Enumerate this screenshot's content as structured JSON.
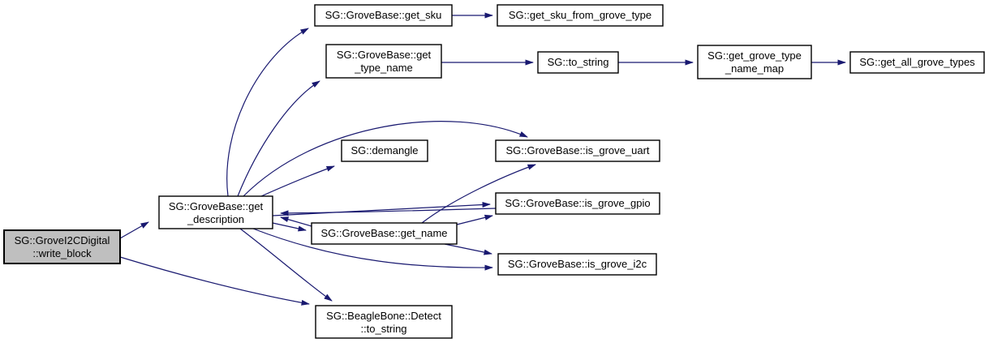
{
  "diagram": {
    "type": "call-graph",
    "root_function": "SG::GroveI2CDigital::write_block",
    "colors": {
      "edge": "#191970",
      "node_fill": "#ffffff",
      "node_border": "#000000",
      "highlight_fill": "#bfbfbf",
      "text": "#000000",
      "background": "#ffffff"
    }
  },
  "nodes": [
    {
      "id": "write_block",
      "label": "SG::GroveI2CDigital::write_block",
      "lines": [
        "SG::GroveI2CDigital",
        "::write_block"
      ],
      "highlighted": true
    },
    {
      "id": "get_description",
      "label": "SG::GroveBase::get_description",
      "lines": [
        "SG::GroveBase::get",
        "_description"
      ],
      "highlighted": false
    },
    {
      "id": "get_sku",
      "label": "SG::GroveBase::get_sku",
      "lines": [
        "SG::GroveBase::get_sku"
      ],
      "highlighted": false
    },
    {
      "id": "get_sku_from_grove_type",
      "label": "SG::get_sku_from_grove_type",
      "lines": [
        "SG::get_sku_from_grove_type"
      ],
      "highlighted": false
    },
    {
      "id": "get_type_name",
      "label": "SG::GroveBase::get_type_name",
      "lines": [
        "SG::GroveBase::get",
        "_type_name"
      ],
      "highlighted": false
    },
    {
      "id": "to_string",
      "label": "SG::to_string",
      "lines": [
        "SG::to_string"
      ],
      "highlighted": false
    },
    {
      "id": "get_grove_type_name_map",
      "label": "SG::get_grove_type_name_map",
      "lines": [
        "SG::get_grove_type",
        "_name_map"
      ],
      "highlighted": false
    },
    {
      "id": "get_all_grove_types",
      "label": "SG::get_all_grove_types",
      "lines": [
        "SG::get_all_grove_types"
      ],
      "highlighted": false
    },
    {
      "id": "demangle",
      "label": "SG::demangle",
      "lines": [
        "SG::demangle"
      ],
      "highlighted": false
    },
    {
      "id": "is_grove_uart",
      "label": "SG::GroveBase::is_grove_uart",
      "lines": [
        "SG::GroveBase::is_grove_uart"
      ],
      "highlighted": false
    },
    {
      "id": "is_grove_gpio",
      "label": "SG::GroveBase::is_grove_gpio",
      "lines": [
        "SG::GroveBase::is_grove_gpio"
      ],
      "highlighted": false
    },
    {
      "id": "get_name",
      "label": "SG::GroveBase::get_name",
      "lines": [
        "SG::GroveBase::get_name"
      ],
      "highlighted": false
    },
    {
      "id": "is_grove_i2c",
      "label": "SG::GroveBase::is_grove_i2c",
      "lines": [
        "SG::GroveBase::is_grove_i2c"
      ],
      "highlighted": false
    },
    {
      "id": "detect_to_string",
      "label": "SG::BeagleBone::Detect::to_string",
      "lines": [
        "SG::BeagleBone::Detect",
        "::to_string"
      ],
      "highlighted": false
    }
  ],
  "edges": [
    {
      "from": "write_block",
      "to": "get_description"
    },
    {
      "from": "write_block",
      "to": "detect_to_string"
    },
    {
      "from": "get_description",
      "to": "get_sku"
    },
    {
      "from": "get_description",
      "to": "get_type_name"
    },
    {
      "from": "get_description",
      "to": "demangle"
    },
    {
      "from": "get_description",
      "to": "is_grove_uart"
    },
    {
      "from": "get_description",
      "to": "is_grove_gpio"
    },
    {
      "from": "get_description",
      "to": "get_name"
    },
    {
      "from": "get_description",
      "to": "is_grove_i2c"
    },
    {
      "from": "get_description",
      "to": "detect_to_string"
    },
    {
      "from": "get_name",
      "to": "get_description"
    },
    {
      "from": "is_grove_gpio",
      "to": "get_description"
    },
    {
      "from": "get_name",
      "to": "is_grove_uart"
    },
    {
      "from": "get_name",
      "to": "is_grove_gpio"
    },
    {
      "from": "get_name",
      "to": "is_grove_i2c"
    },
    {
      "from": "get_sku",
      "to": "get_sku_from_grove_type"
    },
    {
      "from": "get_type_name",
      "to": "to_string"
    },
    {
      "from": "to_string",
      "to": "get_grove_type_name_map"
    },
    {
      "from": "get_grove_type_name_map",
      "to": "get_all_grove_types"
    }
  ]
}
